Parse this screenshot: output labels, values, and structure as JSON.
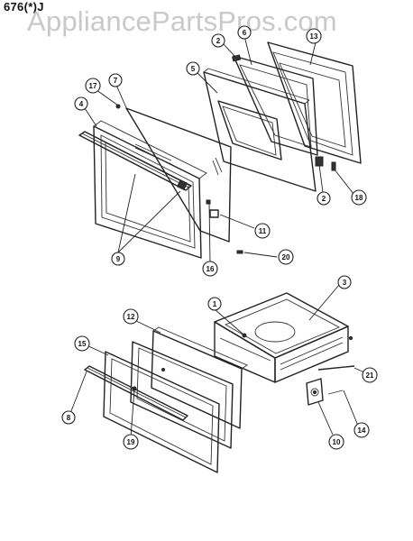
{
  "header": {
    "model": "676(*)J"
  },
  "watermark": {
    "text": "AppliancePartsPros.com"
  },
  "callouts": {
    "c1": "1",
    "c2a": "2",
    "c2b": "2",
    "c3": "3",
    "c4": "4",
    "c5": "5",
    "c6": "6",
    "c7": "7",
    "c8": "8",
    "c9": "9",
    "c10": "10",
    "c11": "11",
    "c12": "12",
    "c13": "13",
    "c14": "14",
    "c15": "15",
    "c16": "16",
    "c17": "17",
    "c18": "18",
    "c19": "19",
    "c20": "20",
    "c21": "21"
  }
}
